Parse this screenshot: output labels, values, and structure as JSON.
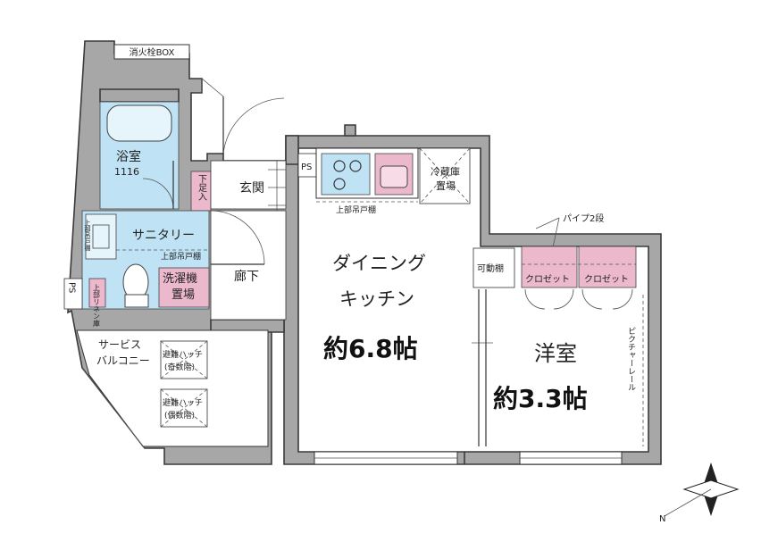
{
  "labels": {
    "fire_hydrant_box": "消火栓BOX",
    "bathroom": "浴室",
    "bathroom_size": "1116",
    "shoe_cabinet": "下足入",
    "entrance": "玄関",
    "ps_top": "PS",
    "ps_left": "PS",
    "sanitary": "サニタリー",
    "upper_cabinet_sanitary": "上部吊戸棚",
    "upper_shelf": "上部吊戸棚",
    "toilet_cabinet": "上部リネン庫",
    "washer_area_line1": "洗濯機",
    "washer_area_line2": "置場",
    "hallway": "廊下",
    "fridge_line1": "冷蔵庫",
    "fridge_line2": "置場",
    "kitchen_upper_cabinet": "上部吊戸棚",
    "dining_kitchen_line1": "ダイニング",
    "dining_kitchen_line2": "キッチン",
    "dining_kitchen_size": "約6.8帖",
    "movable_shelf": "可動棚",
    "pipe_two_levels": "パイプ2段",
    "closet_1": "クロゼット",
    "closet_2": "クロゼット",
    "western_room": "洋室",
    "western_room_size": "約3.3帖",
    "picture_rail": "ピクチャーレール",
    "service_balcony_line1": "サービス",
    "service_balcony_line2": "バルコニー",
    "hatch_1_line1": "避難ハッチ",
    "hatch_1_line2": "(奇数階)",
    "hatch_2_line1": "避難ハッチ",
    "hatch_2_line2": "(偶数階)",
    "compass": "N"
  },
  "colors": {
    "wall": "#a7a7a7",
    "wet_area": "#bfe2f4",
    "storage": "#ecb8cc"
  }
}
